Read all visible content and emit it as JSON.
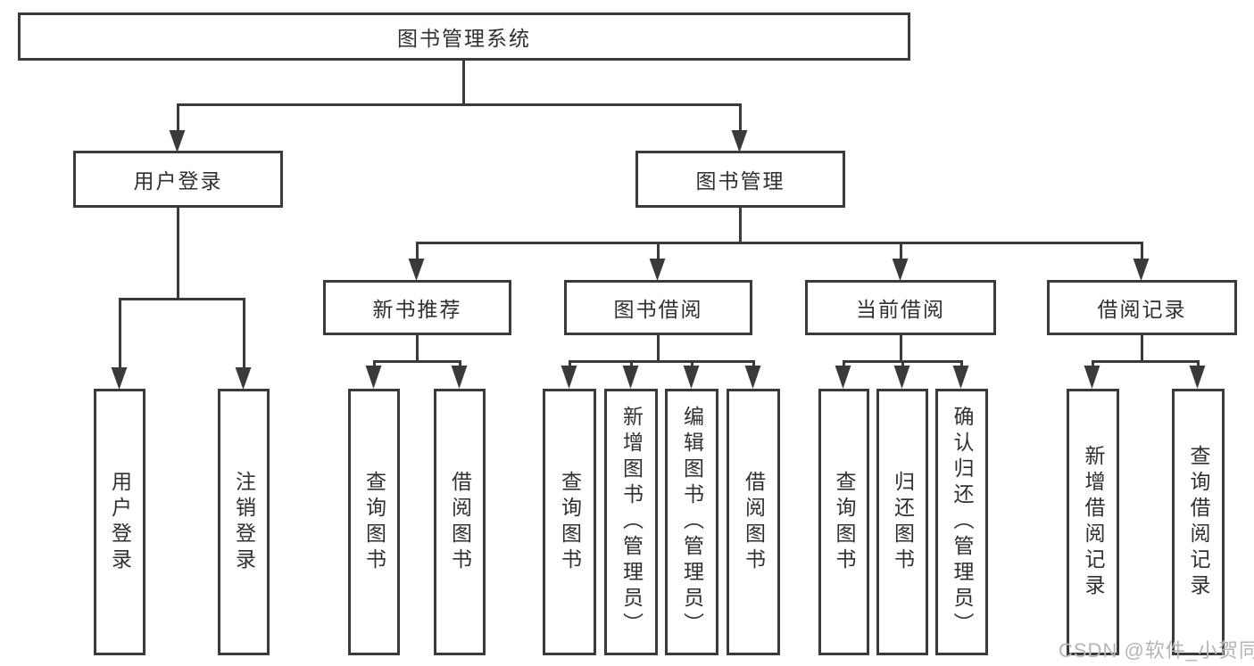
{
  "nodes": {
    "root": "图书管理系统",
    "level2": [
      "用户登录",
      "图书管理"
    ],
    "level3": [
      "新书推荐",
      "图书借阅",
      "当前借阅",
      "借阅记录"
    ],
    "group_login": [
      "用户登录",
      "注销登录"
    ],
    "group_recommend": [
      "查询图书",
      "借阅图书"
    ],
    "group_borrow": [
      "查询图书",
      "新增图书（管理员）",
      "编辑图书（管理员）",
      "借阅图书"
    ],
    "group_current": [
      "查询图书",
      "归还图书",
      "确认归还（管理员）"
    ],
    "group_records": [
      "新增借阅记录",
      "查询借阅记录"
    ]
  },
  "watermark": "CSDN @软件_小贺同学",
  "colors": {
    "line": "#3a3a3a",
    "text": "#303030",
    "node_bg": "#ffffff",
    "watermark": "#b5b5b5",
    "background": "#ffffff"
  }
}
